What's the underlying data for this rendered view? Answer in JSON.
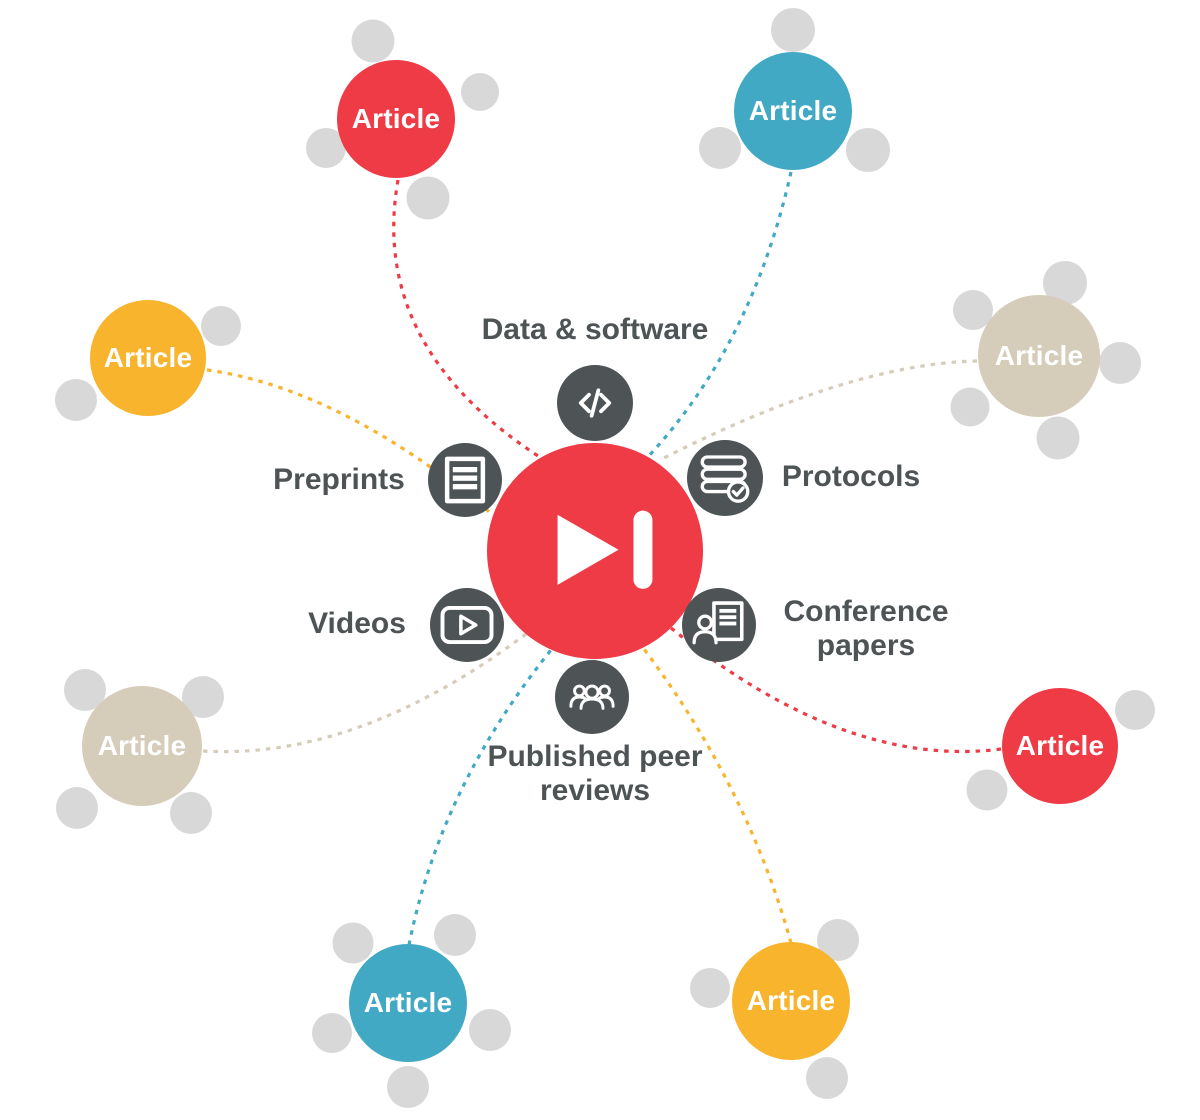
{
  "diagram": {
    "colors": {
      "red": "#EE3B46",
      "teal": "#41A9C4",
      "yellow": "#F8B42C",
      "tan": "#D6CCBA",
      "gray": "#D8D8D8",
      "dark": "#4E5456",
      "white": "#FFFFFF"
    },
    "center": {
      "icon": "skip-next-icon",
      "color": "red"
    },
    "content_types": [
      {
        "id": "data-software",
        "label": "Data & software",
        "icon": "code-icon"
      },
      {
        "id": "preprints",
        "label": "Preprints",
        "icon": "document-lines-icon"
      },
      {
        "id": "protocols",
        "label": "Protocols",
        "icon": "database-check-icon"
      },
      {
        "id": "videos",
        "label": "Videos",
        "icon": "video-play-icon"
      },
      {
        "id": "conference-papers",
        "label": "Conference papers",
        "icon": "presenter-document-icon"
      },
      {
        "id": "published-peer-reviews",
        "label": "Published peer reviews",
        "icon": "people-group-icon"
      }
    ],
    "articles": [
      {
        "label": "Article",
        "color": "red"
      },
      {
        "label": "Article",
        "color": "teal"
      },
      {
        "label": "Article",
        "color": "yellow"
      },
      {
        "label": "Article",
        "color": "tan"
      },
      {
        "label": "Article",
        "color": "tan"
      },
      {
        "label": "Article",
        "color": "red"
      },
      {
        "label": "Article",
        "color": "teal"
      },
      {
        "label": "Article",
        "color": "yellow"
      }
    ]
  }
}
